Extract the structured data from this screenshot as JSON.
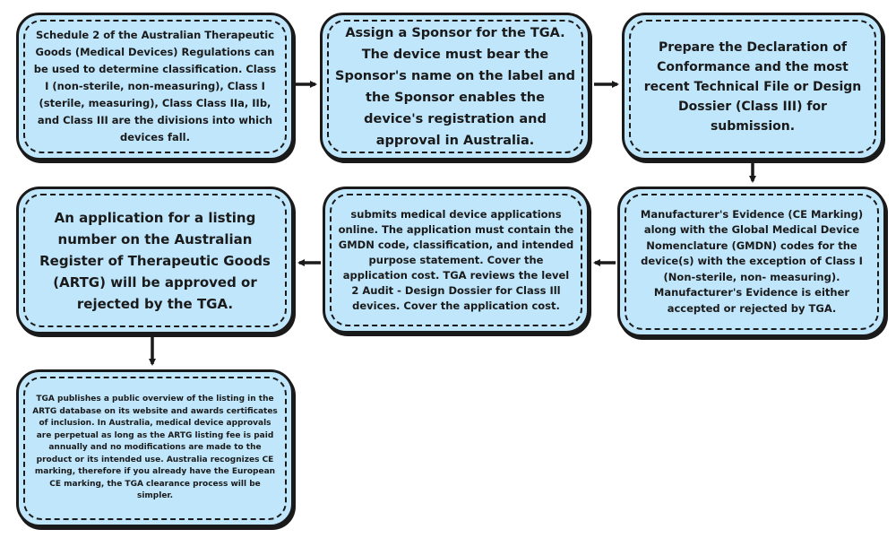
{
  "steps": [
    {
      "id": "classification",
      "text": "Schedule 2 of the Australian Therapeutic Goods (Medical Devices) Regulations can be used to determine classification. Class I (non-sterile, non-measuring), Class I (sterile, measuring), Class Class IIa, IIb, and Class III are the divisions into which devices fall."
    },
    {
      "id": "sponsor",
      "text": "Assign a Sponsor for the TGA. The device must bear the Sponsor's name on the label and the Sponsor enables the device's registration and approval in Australia."
    },
    {
      "id": "declaration",
      "text": "Prepare the Declaration of Conformance and the most recent Technical File or Design Dossier (Class III) for submission."
    },
    {
      "id": "evidence",
      "text": "Manufacturer's Evidence (CE Marking) along with the Global Medical Device Nomenclature (GMDN) codes for the device(s) with the exception of Class I (Non-sterile, non- measuring). Manufacturer's Evidence is either accepted or rejected by TGA."
    },
    {
      "id": "submission",
      "text": "submits medical device applications online. The application must contain the GMDN code, classification, and intended purpose statement. Cover the application cost. TGA reviews the level 2 Audit - Design Dossier for Class Ill devices. Cover the application cost."
    },
    {
      "id": "artg",
      "text": "An application for a listing number on the Australian Register of Therapeutic Goods (ARTG) will be approved or rejected by the TGA."
    },
    {
      "id": "publication",
      "text": "TGA publishes a public overview of the listing in the ARTG database on its website and awards certificates of inclusion. In Australia, medical device approvals are perpetual as long as the ARTG listing fee is paid annually and no modifications are made to the product or its intended use. Australia recognizes CE marking, therefore if you already have the European CE marking, the TGA clearance process will be simpler."
    }
  ],
  "colors": {
    "box_fill": "#bfe6fb",
    "stroke": "#1a1a1a"
  }
}
